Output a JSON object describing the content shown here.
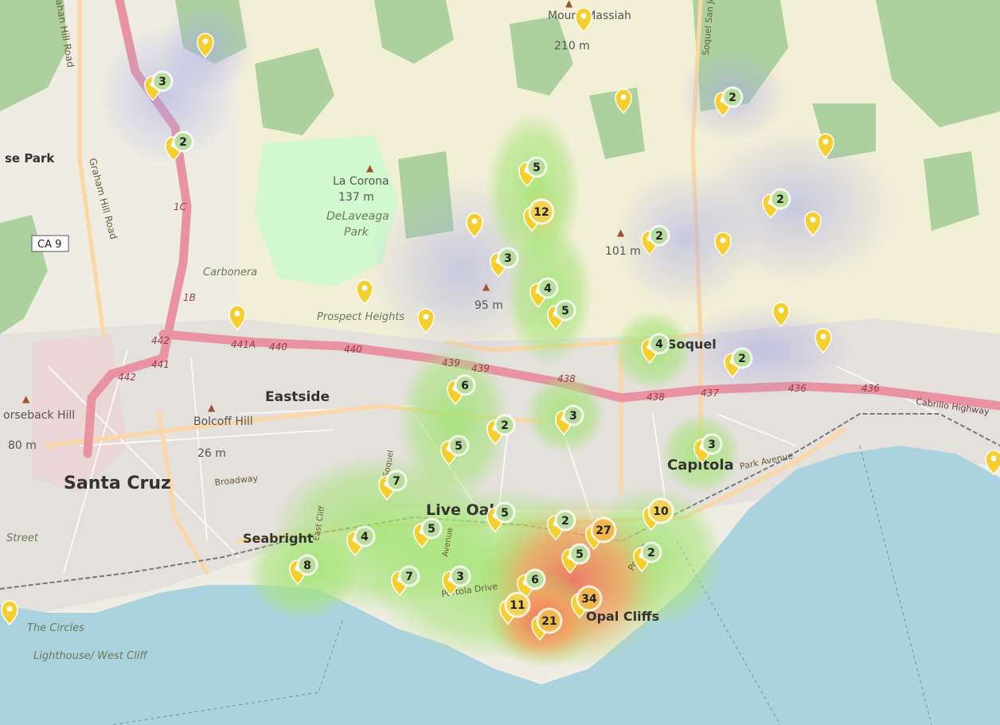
{
  "map": {
    "colors": {
      "water": "#abd3df",
      "land": "#efede3",
      "forest": "#add19e",
      "park": "#c8facc",
      "highway": "#e892a2",
      "primary": "#fcd6a4",
      "marker": "#f5cf2e",
      "cluster_small": "#b8dc9c",
      "cluster_medium": "#f1d357",
      "cluster_large": "#f0b84c"
    },
    "place_labels": [
      {
        "id": "santa-cruz",
        "text": "Santa Cruz"
      },
      {
        "id": "eastside",
        "text": "Eastside"
      },
      {
        "id": "live-oak",
        "text": "Live Oak"
      },
      {
        "id": "capitola",
        "text": "Capitola"
      },
      {
        "id": "soquel",
        "text": "Soquel"
      },
      {
        "id": "seabright",
        "text": "Seabright"
      },
      {
        "id": "opal-cliffs",
        "text": "Opal Cliffs"
      },
      {
        "id": "prospect-heights",
        "text": "Prospect Heights"
      },
      {
        "id": "carbonera",
        "text": "Carbonera"
      },
      {
        "id": "the-circles",
        "text": "The Circles"
      },
      {
        "id": "lighthouse",
        "text": "Lighthouse/ West Cliff"
      },
      {
        "id": "jose-park",
        "text": "se Park"
      },
      {
        "id": "street",
        "text": "Street"
      }
    ],
    "peaks": [
      {
        "id": "la-corona",
        "name": "La Corona",
        "elev": "137 m"
      },
      {
        "id": "mount-massiah",
        "name": "Mount Massiah",
        "elev": "210 m"
      },
      {
        "id": "bolcoff-hill",
        "name": "Bolcoff Hill",
        "elev": "26 m"
      },
      {
        "id": "horseback-hill",
        "name": "orseback Hill",
        "elev": "80 m"
      },
      {
        "id": "peak-95",
        "name": "",
        "elev": "95 m"
      },
      {
        "id": "peak-101",
        "name": "",
        "elev": "101 m"
      }
    ],
    "park_labels": [
      "DeLaveaga",
      "Park"
    ],
    "road_labels": [
      {
        "id": "graham-hill-road",
        "text": "Graham Hill Road"
      },
      {
        "id": "ahan-hill-road",
        "text": "ahan Hill Road"
      },
      {
        "id": "broadway",
        "text": "Broadway"
      },
      {
        "id": "park-avenue",
        "text": "Park Avenue"
      },
      {
        "id": "cabrillo-highway",
        "text": "Cabrillo Highway"
      },
      {
        "id": "portola-drive",
        "text": "Portola Drive"
      },
      {
        "id": "soquel-san-jose",
        "text": "Soquel San Jose Rd"
      },
      {
        "id": "opal-rd",
        "text": "Portola"
      },
      {
        "id": "east-cliff",
        "text": "East Cliff"
      },
      {
        "id": "avenue",
        "text": "Avenue"
      },
      {
        "id": "so-lake",
        "text": "Soquel"
      }
    ],
    "route_shield": "CA 9",
    "exit_numbers": [
      "442",
      "441A",
      "440",
      "440",
      "439",
      "439",
      "438",
      "438",
      "437",
      "436",
      "436",
      "442",
      "441",
      "1B",
      "1C"
    ],
    "clusters": [
      "3",
      "2",
      "5",
      "12",
      "3",
      "4",
      "5",
      "2",
      "2",
      "2",
      "4",
      "2",
      "6",
      "2",
      "3",
      "5",
      "3",
      "7",
      "5",
      "5",
      "2",
      "10",
      "27",
      "4",
      "8",
      "7",
      "3",
      "6",
      "5",
      "2",
      "11",
      "34",
      "21"
    ]
  }
}
